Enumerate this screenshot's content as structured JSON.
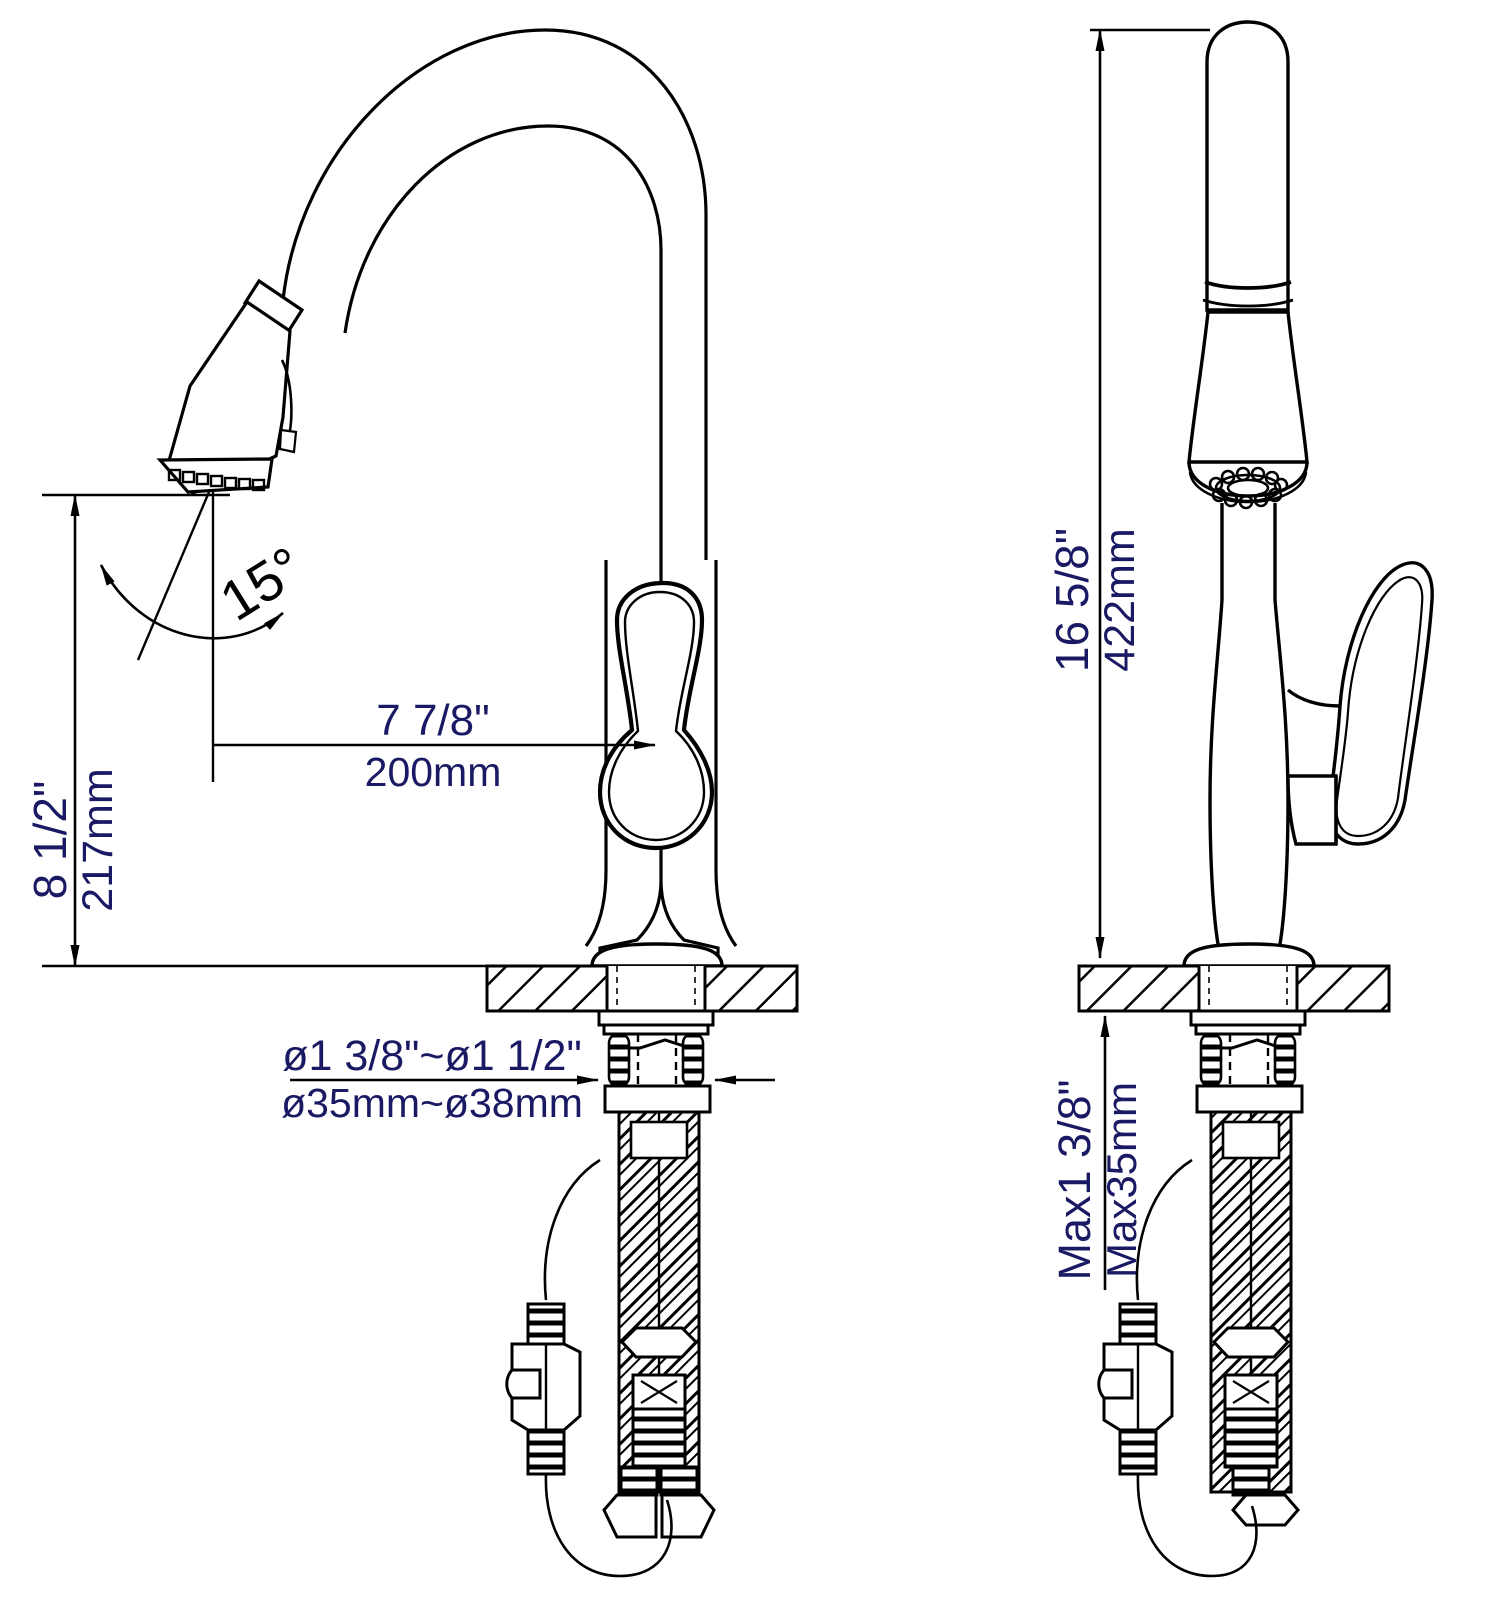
{
  "drawing": {
    "title": "Pull-down kitchen faucet dimensional drawing",
    "type": "technical-line-drawing",
    "views": [
      {
        "id": "front-view",
        "label": "Front elevation with spout swung to the left"
      },
      {
        "id": "side-view",
        "label": "Side elevation with handle"
      }
    ],
    "line_color": "#000000",
    "dimension_color": "#1a1a64",
    "angle_color": "#000000",
    "background_color": "#ffffff"
  },
  "dimensions": {
    "spout_height": {
      "id": "spout-height-dimension",
      "imperial_whole": "8",
      "imperial_fraction": "1/2\"",
      "imperial": "8 1/2\"",
      "metric": "217mm",
      "orientation": "vertical",
      "view": "front-view"
    },
    "spout_reach": {
      "id": "spout-reach-dimension",
      "imperial_whole": "7",
      "imperial_fraction": "7/8\"",
      "imperial": "7 7/8\"",
      "metric": "200mm",
      "orientation": "horizontal",
      "view": "front-view"
    },
    "mounting_hole": {
      "id": "mounting-hole-diameter",
      "imperial": "ø1 3/8\"~ø1 1/2\"",
      "imperial_a_whole": "ø1",
      "imperial_a_fraction": "3/8\"~",
      "imperial_b_whole": "ø1",
      "imperial_b_fraction": "1/2\"",
      "metric": "ø35mm~ø38mm",
      "orientation": "horizontal",
      "view": "front-view"
    },
    "overall_height": {
      "id": "overall-height-dimension",
      "imperial_whole": "16",
      "imperial_fraction": "5/8\"",
      "imperial": "16 5/8\"",
      "metric": "422mm",
      "orientation": "vertical",
      "view": "side-view"
    },
    "max_deck_thickness": {
      "id": "max-deck-thickness-dimension",
      "imperial_prefix": "Max1",
      "imperial_fraction": "3/8\"",
      "imperial": "Max1 3/8\"",
      "metric": "Max35mm",
      "orientation": "vertical",
      "view": "side-view"
    },
    "spray_angle": {
      "id": "spray-angle-dimension",
      "value": "15°",
      "orientation": "angular",
      "view": "front-view"
    }
  },
  "components": [
    {
      "id": "gooseneck-spout",
      "label": "Gooseneck spout arc"
    },
    {
      "id": "spray-head",
      "label": "Pull-down spray head"
    },
    {
      "id": "spray-nozzle-face",
      "label": "Spray nozzle face"
    },
    {
      "id": "lever-handle",
      "label": "Lever handle"
    },
    {
      "id": "faucet-body",
      "label": "Faucet body column"
    },
    {
      "id": "escutcheon-base",
      "label": "Base escutcheon"
    },
    {
      "id": "deck-section",
      "label": "Counter deck section with hatching"
    },
    {
      "id": "mounting-shank",
      "label": "Mounting shank"
    },
    {
      "id": "mounting-bracket",
      "label": "Mounting bracket plate"
    },
    {
      "id": "mounting-studs",
      "label": "Threaded mounting studs"
    },
    {
      "id": "braided-hose",
      "label": "Braided supply hose"
    },
    {
      "id": "hex-coupling",
      "label": "Hex coupling nut"
    },
    {
      "id": "hose-weight",
      "label": "Pull-down hose weight"
    },
    {
      "id": "hose-end-fittings",
      "label": "Hose end hex fittings"
    }
  ]
}
